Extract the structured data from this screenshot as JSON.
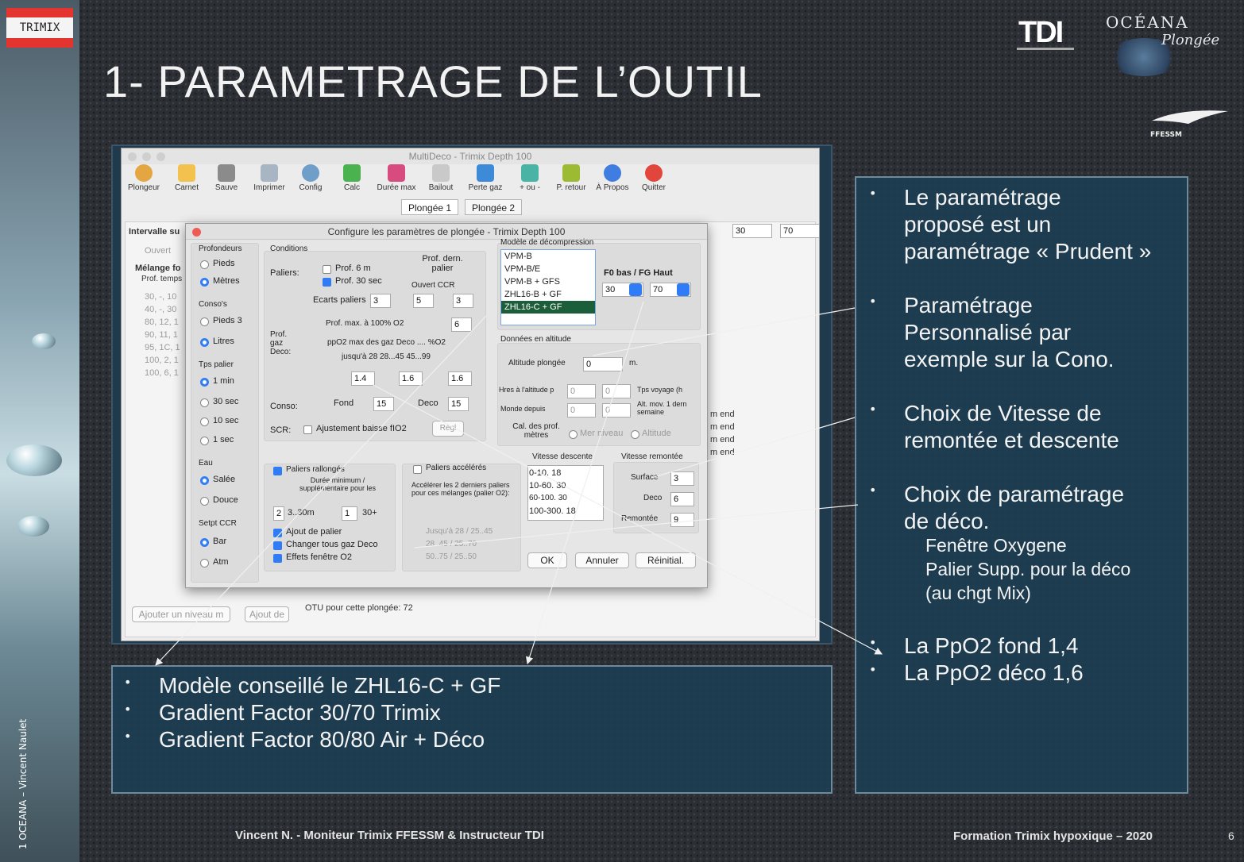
{
  "side_tag": "TRIMIX",
  "side_credit": "1  OCEANA – Vincent Naulet",
  "title": "1- PARAMETRAGE DE L’OUTIL",
  "logos": {
    "tdi": "TDI",
    "oceana": "OCÉANA",
    "plongee": "Plongée",
    "ffessm": "FFESSM"
  },
  "app": {
    "window_title": "MultiDeco - Trimix Depth 100",
    "toolbar": [
      "Plongeur",
      "Carnet",
      "Sauve",
      "Imprimer",
      "Config",
      "Calc",
      "Durée max",
      "Bailout",
      "Perte gaz",
      "+ ou -",
      "P. retour",
      "À Propos",
      "Quitter"
    ],
    "tabs": [
      "Plongée 1",
      "Plongée 2"
    ],
    "intervalle_label": "Intervalle su",
    "melange_label": "Mélange fo",
    "prof_temps": "Prof. temps",
    "ouvert": "Ouvert",
    "bg_rows": [
      "30, -, 10",
      "40, -, 30",
      "80, 12, 1",
      "90, 11, 1",
      "95, 1C, 1",
      "100, 2, 1",
      "100, 6, 1"
    ],
    "end_labels": [
      "m end",
      "m end",
      "m end",
      "m end"
    ],
    "top_right_values": [
      "30",
      "70"
    ],
    "ajouter_niveau": "Ajouter un niveau m",
    "ajout_de": "Ajout de",
    "otu_text": "OTU pour cette plongée: 72",
    "dialog": {
      "title": "Configure les paramètres de plongée - Trimix Depth 100",
      "profondeurs": "Profondeurs",
      "pieds": "Pieds",
      "metres": "Mètres",
      "consos": "Conso's",
      "pieds3": "Pieds 3",
      "litres": "Litres",
      "tps_palier": "Tps palier",
      "t1": "1 min",
      "t2": "30 sec",
      "t3": "10 sec",
      "t4": "1 sec",
      "eau": "Eau",
      "salee": "Salée",
      "douce": "Douce",
      "setpt": "Setpt CCR",
      "bar": "Bar",
      "atm": "Atm",
      "conditions": "Conditions",
      "paliers": "Paliers:",
      "prof6": "Prof. 6 m",
      "prof30": "Prof. 30 sec",
      "prof_dern_palier": "Prof. dern. palier",
      "ouvert_ccr": "Ouvert   CCR",
      "ecarts": "Ecarts paliers",
      "ecarts_vals": [
        "3",
        "5",
        "3"
      ],
      "prof_max": "Prof. max. à 100%  O2",
      "prof_max_val": "6",
      "prof_gaz_deco": "Prof. gaz Deco:",
      "ppo2_header": "ppO2 max des gaz Deco .... %O2",
      "jusqua": "jusqu'à 28     28...45     45...99",
      "ppo2_vals": [
        "1.4",
        "1.6",
        "1.6"
      ],
      "conso": "Conso:",
      "fond": "Fond",
      "fond_val": "15",
      "deco": "Deco",
      "deco_val": "15",
      "scr": "SCR:",
      "ajustement": "Ajustement baisse fIO2",
      "regl": "Régl",
      "modele": "Modèle de décompression",
      "models": [
        "VPM-B",
        "VPM-B/E",
        "VPM-B + GFS",
        "ZHL16-B + GF",
        "ZHL16-C + GF"
      ],
      "gf_label": "F0 bas  / FG Haut",
      "gf_low": "30",
      "gf_high": "70",
      "altitude_label": "Données en altitude",
      "altitude_plongee": "Altitude plongée",
      "altitude_val": "0",
      "altitude_unit": "m.",
      "heures_alt": "Hres à l'altitude p",
      "tps_voyage": "Tps voyage (h",
      "monde": "Monde depuis",
      "alt_mov": "Alt. mov. 1 dern semaine",
      "cal_prof": "Cal. des prof. mètres",
      "mer_niveau": "Mer niveau",
      "altitude_opt": "Altitude",
      "zero_vals": [
        "0",
        "0",
        "0",
        "0"
      ],
      "paliers_rallonges": "Paliers rallongés",
      "duree_min": "Durée minimum / supplémentaire pour les",
      "rall_vals": [
        "2",
        "3..30m",
        "1",
        "30+"
      ],
      "ajout_palier": "Ajout de palier",
      "changer_gaz": "Changer tous gaz Deco",
      "effets_o2": "Effets fenêtre O2",
      "paliers_acceleres": "Paliers accélérés",
      "accelerer": "Accélérer les 2 derniers paliers pour ces mélanges (palier O2):",
      "jusqu_45": "Jusqu'à 28 / 25..45",
      "accel_vals": [
        "28..45 / 25..70",
        "50..75 / 25..50"
      ],
      "vitesse_descente": "Vitesse descente",
      "descente_rows": [
        "0-10. 18",
        "10-60. 30",
        "60-100. 30",
        "100-300. 18"
      ],
      "vitesse_remontee": "Vitesse remontée",
      "surface": "Surface",
      "surface_val": "3",
      "deco_r": "Deco",
      "deco_r_val": "6",
      "remontee": "Remontée",
      "remontee_val": "9",
      "ok": "OK",
      "annuler": "Annuler",
      "reinitial": "Réinitial."
    }
  },
  "right_bullets": [
    "Le paramétrage\nproposé est un\nparamétrage « Prudent »",
    "Paramétrage\nPersonnalisé par\nexemple sur la Cono.",
    "Choix de Vitesse de\nremontée et descente",
    "Choix de paramétrage\nde déco."
  ],
  "right_sub": [
    "Fenêtre Oxygene",
    "Palier Supp. pour la déco",
    "(au chgt Mix)"
  ],
  "right_bullets_2": [
    "La PpO2 fond 1,4",
    "La PpO2 déco 1,6"
  ],
  "bottom_bullets": [
    "Modèle conseillé le ZHL16-C + GF",
    "Gradient Factor 30/70 Trimix",
    "Gradient Factor 80/80 Air + Déco"
  ],
  "footer_left": "Vincent N. - Moniteur Trimix FFESSM & Instructeur TDI",
  "footer_right": "Formation Trimix hypoxique – 2020",
  "page_number": "6",
  "colors": {
    "accent_red": "#e3342f",
    "box_bg": "#1c3e52",
    "box_border": "#6f8a9a",
    "selection_green": "#1d5e3a",
    "mac_blue": "#2f7cf6"
  }
}
